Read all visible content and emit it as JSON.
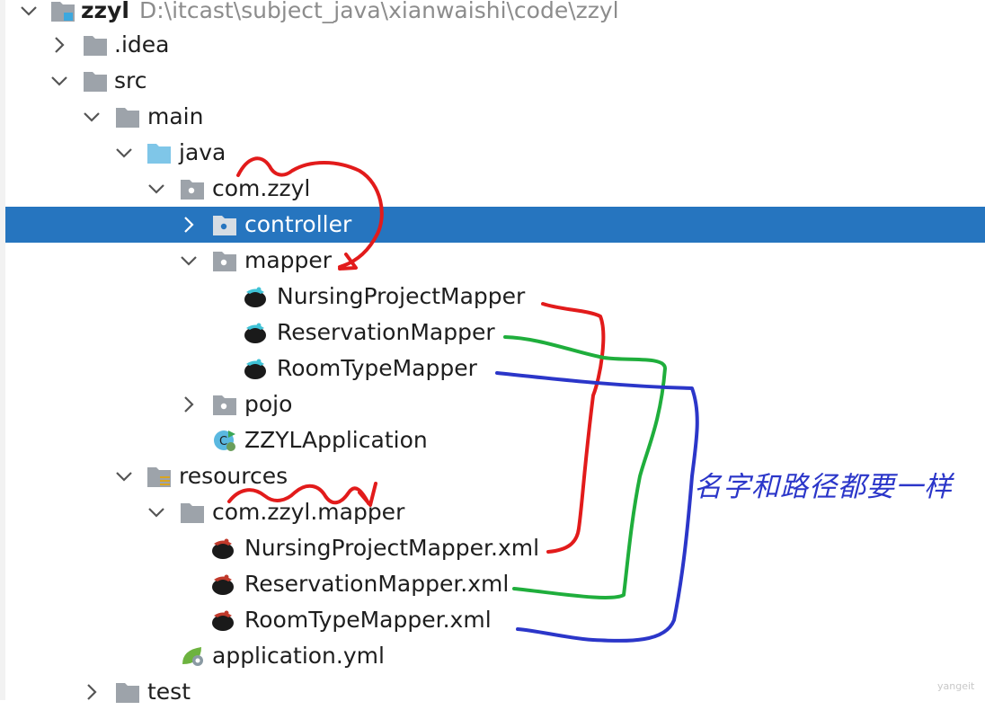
{
  "project": {
    "name": "zzyl",
    "path": "D:\\itcast\\subject_java\\xianwaishi\\code\\zzyl"
  },
  "tree": {
    "idea": ".idea",
    "src": "src",
    "main": "main",
    "java": "java",
    "com_zzyl": "com.zzyl",
    "controller": "controller",
    "mapper": "mapper",
    "nursing_mapper": "NursingProjectMapper",
    "reservation_mapper": "ReservationMapper",
    "roomtype_mapper": "RoomTypeMapper",
    "pojo": "pojo",
    "application_class": "ZZYLApplication",
    "resources": "resources",
    "resource_pkg": "com.zzyl.mapper",
    "nursing_xml": "NursingProjectMapper.xml",
    "reservation_xml": "ReservationMapper.xml",
    "roomtype_xml": "RoomTypeMapper.xml",
    "application_yml": "application.yml",
    "test": "test"
  },
  "selected": "controller",
  "annotation": {
    "text": "名字和路径都要一样"
  },
  "watermark": "yangeit",
  "colors": {
    "selection": "#2675bf",
    "red_mark": "#e21b1b",
    "green_mark": "#1fae3c",
    "blue_mark": "#2b36c9"
  }
}
